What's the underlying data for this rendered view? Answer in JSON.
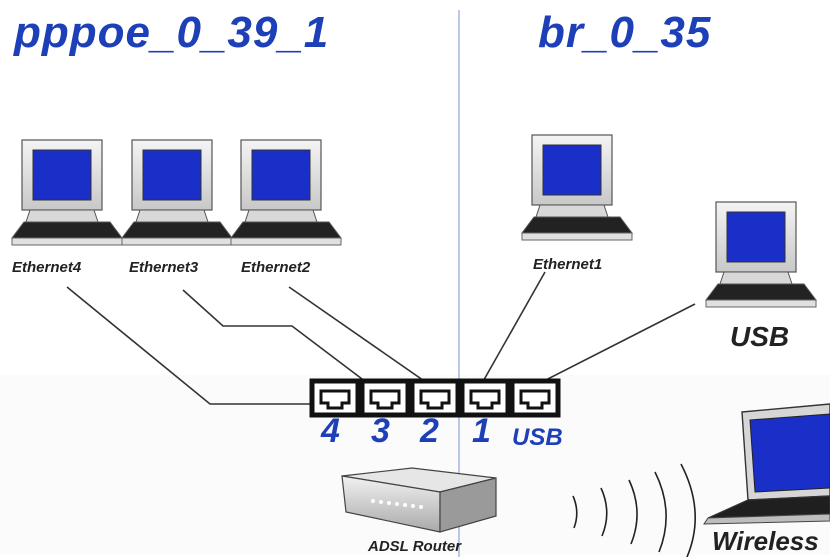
{
  "left_group": {
    "title": "pppoe_0_39_1"
  },
  "right_group": {
    "title": "br_0_35"
  },
  "devices": {
    "ethernet4": "Ethernet4",
    "ethernet3": "Ethernet3",
    "ethernet2": "Ethernet2",
    "ethernet1": "Ethernet1",
    "usb": "USB",
    "wireless": "Wireless",
    "router": "ADSL Router"
  },
  "ports": {
    "p4": "4",
    "p3": "3",
    "p2": "2",
    "p1": "1",
    "usb": "USB"
  },
  "colors": {
    "title_blue": "#1d3fb8",
    "screen_blue": "#1a2fc8",
    "divider": "#8fa3d9"
  }
}
